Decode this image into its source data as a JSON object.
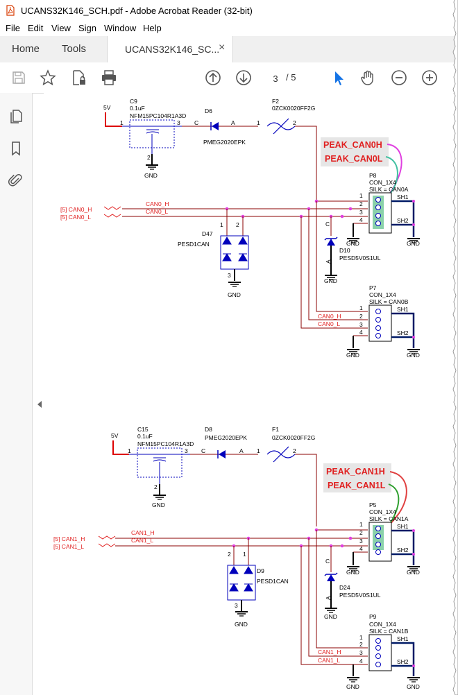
{
  "window": {
    "title": "UCANS32K146_SCH.pdf - Adobe Acrobat Reader (32-bit)"
  },
  "menu": [
    "File",
    "Edit",
    "View",
    "Sign",
    "Window",
    "Help"
  ],
  "tabs": {
    "home": "Home",
    "tools": "Tools",
    "document": "UCANS32K146_SC...",
    "close": "×"
  },
  "toolbar": {
    "page_current": "3",
    "page_total": "/ 5"
  },
  "icons": [
    "save-icon",
    "star-icon",
    "protect-file-icon",
    "print-icon",
    "page-up-icon",
    "page-down-icon",
    "select-cursor-icon",
    "hand-icon",
    "zoom-out-icon",
    "zoom-in-icon",
    "pages-icon",
    "bookmark-icon",
    "attachment-icon"
  ],
  "colors": {
    "accent": "#1473e6",
    "wire": "#8b0000",
    "net_label": "#e02020",
    "diode": "#0000cc",
    "peak_bg": "#e6e6e6"
  },
  "schematic": {
    "top": {
      "power": "5V",
      "cap": {
        "ref": "C9",
        "value": "0.1uF",
        "part": "NFM15PC104R1A3D",
        "pins": [
          "1",
          "3",
          "2"
        ]
      },
      "diode": {
        "ref": "D6",
        "part": "PMEG2020EPK",
        "k": "C",
        "a": "A"
      },
      "fuse": {
        "ref": "F2",
        "part": "0ZCK0020FF2G",
        "p1": "1",
        "p2": "2"
      },
      "gnd": "GND",
      "peak_h": "PEAK_CAN0H",
      "peak_l": "PEAK_CAN0L",
      "conn_a": {
        "ref": "P8",
        "type": "CON_1X4",
        "silk": "SILK = CAN0A",
        "sh1": "SH1",
        "sh2": "SH2",
        "pins": [
          "1",
          "2",
          "3",
          "4"
        ]
      },
      "conn_b": {
        "ref": "P7",
        "type": "CON_1X4",
        "silk": "SILK = CAN0B",
        "sh1": "SH1",
        "sh2": "SH2",
        "pins": [
          "1",
          "2",
          "3",
          "4"
        ]
      },
      "net_h": "[5]  CAN0_H",
      "net_l": "[5]  CAN0_L",
      "wire_h": "CAN0_H",
      "wire_l": "CAN0_L",
      "esd": {
        "ref": "D47",
        "part": "PESD1CAN",
        "p1": "1",
        "p2": "2",
        "p3": "3"
      },
      "tvs": {
        "ref": "D10",
        "part": "PESD5V0S1UL",
        "c": "C",
        "a": "A"
      }
    },
    "bottom": {
      "power": "5V",
      "cap": {
        "ref": "C15",
        "value": "0.1uF",
        "part": "NFM15PC104R1A3D",
        "pins": [
          "1",
          "3",
          "2"
        ]
      },
      "diode": {
        "ref": "D8",
        "part": "PMEG2020EPK",
        "k": "C",
        "a": "A"
      },
      "fuse": {
        "ref": "F1",
        "part": "0ZCK0020FF2G",
        "p1": "1",
        "p2": "2"
      },
      "gnd": "GND",
      "peak_h": "PEAK_CAN1H",
      "peak_l": "PEAK_CAN1L",
      "conn_a": {
        "ref": "P5",
        "type": "CON_1X4",
        "silk": "SILK = CAN1A",
        "sh1": "SH1",
        "sh2": "SH2",
        "pins": [
          "1",
          "2",
          "3",
          "4"
        ]
      },
      "conn_b": {
        "ref": "P9",
        "type": "CON_1X4",
        "silk": "SILK = CAN1B",
        "sh1": "SH1",
        "sh2": "SH2",
        "pins": [
          "1",
          "2",
          "3",
          "4"
        ]
      },
      "net_h": "[5]  CAN1_H",
      "net_l": "[5]  CAN1_L",
      "wire_h": "CAN1_H",
      "wire_l": "CAN1_L",
      "esd": {
        "ref": "D9",
        "part": "PESD1CAN",
        "p1": "2",
        "p2": "1",
        "p3": "3"
      },
      "tvs": {
        "ref": "D24",
        "part": "PESD5V0S1UL",
        "c": "C",
        "a": "A"
      }
    }
  }
}
